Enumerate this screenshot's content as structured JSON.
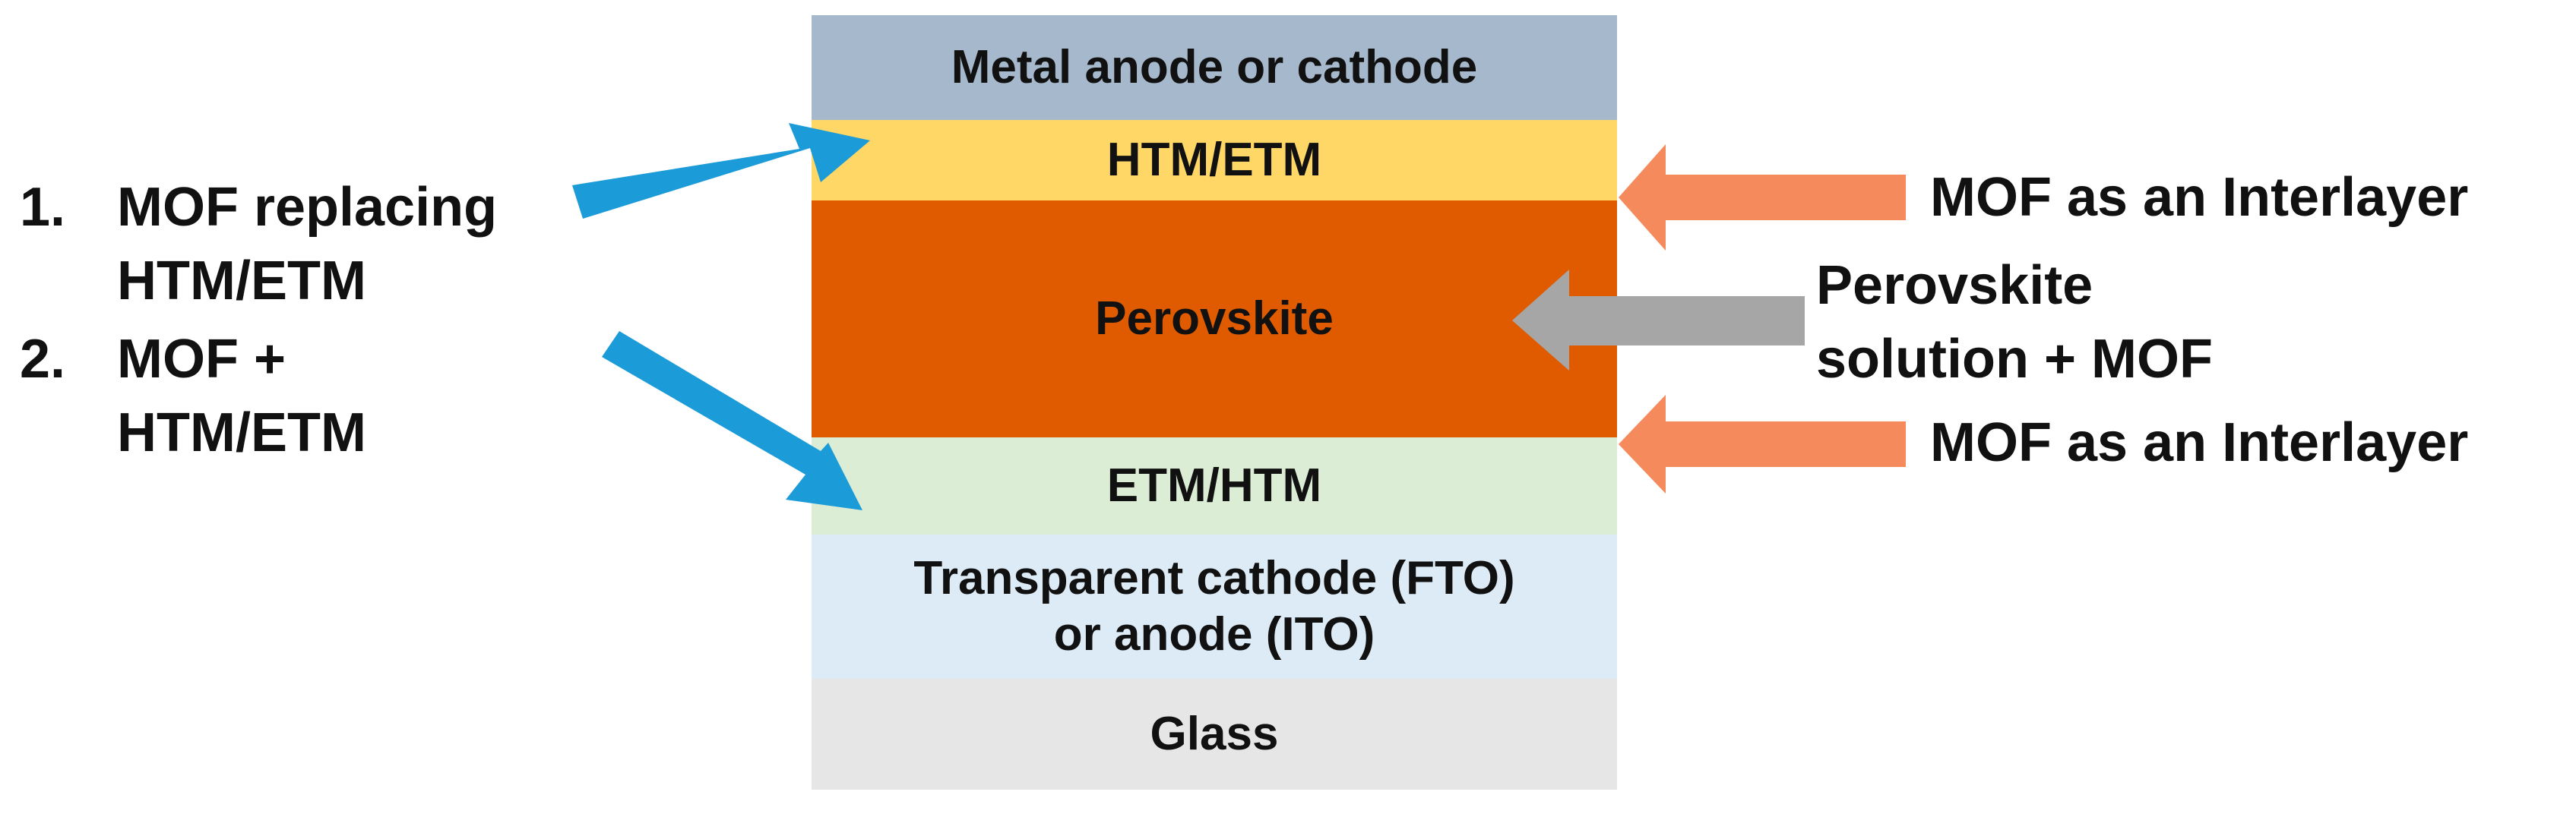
{
  "stack": {
    "metal": {
      "label": "Metal anode or cathode",
      "color": "#A6B8CC"
    },
    "htm_etm": {
      "label": "HTM/ETM",
      "color": "#FFD766"
    },
    "perovskite": {
      "label": "Perovskite",
      "color": "#E05A00"
    },
    "etm_htm": {
      "label": "ETM/HTM",
      "color": "#DCEDD5"
    },
    "tco": {
      "line1": "Transparent cathode (FTO)",
      "line2": "or anode (ITO)",
      "color": "#DDEBF7"
    },
    "glass": {
      "label": "Glass",
      "color": "#E6E6E6"
    }
  },
  "left_notes": {
    "item1": {
      "number": "1.",
      "line1": "MOF replacing",
      "line2": "HTM/ETM"
    },
    "item2": {
      "number": "2.",
      "line1": "MOF +",
      "line2": "HTM/ETM"
    }
  },
  "right_notes": {
    "interlayer_top": "MOF as an Interlayer",
    "additive_line1": "Perovskite",
    "additive_line2": "solution + MOF",
    "interlayer_bottom": "MOF as an Interlayer"
  },
  "colors": {
    "blue_arrow": "#1C9BD9",
    "orange_arrow": "#F58A5C",
    "gray_arrow": "#A6A6A6"
  }
}
